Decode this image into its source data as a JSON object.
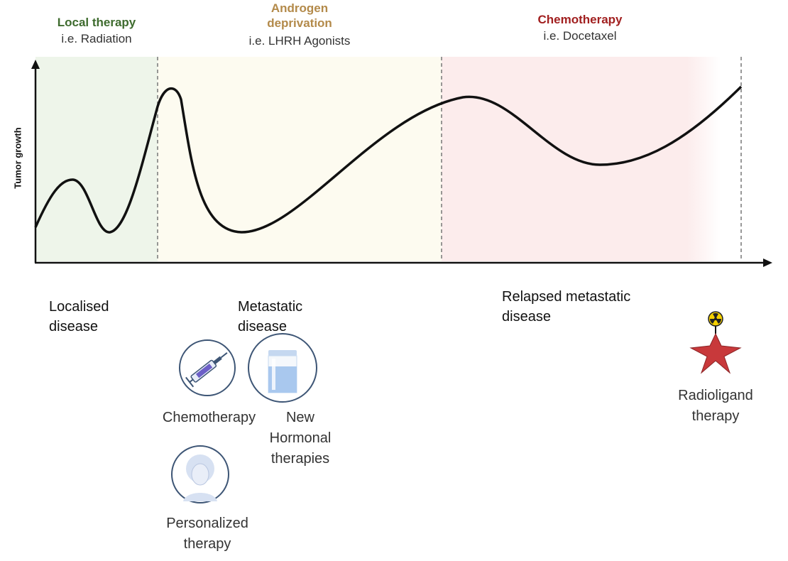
{
  "phases": [
    {
      "title": "Local therapy",
      "subtitle": "i.e. Radiation",
      "color": "#3e6b2e",
      "bg": "#eef5ea"
    },
    {
      "title_lines": [
        "Androgen",
        "deprivation"
      ],
      "subtitle": "i.e. LHRH Agonists",
      "color": "#b38a4a",
      "bg": "#fdfbf0"
    },
    {
      "title": "Chemotherapy",
      "subtitle": "i.e. Docetaxel",
      "color": "#a11f1f",
      "bg": "#fcecec"
    }
  ],
  "axis": {
    "ylabel": "Tumor growth"
  },
  "stages": {
    "localised": [
      "Localised",
      "disease"
    ],
    "metastatic": [
      "Metastatic",
      "disease"
    ],
    "relapsed": [
      "Relapsed metastatic",
      "disease"
    ]
  },
  "treatments": {
    "chemotherapy": {
      "label": "Chemotherapy",
      "icon": "syringe-icon"
    },
    "hormonal": {
      "label_lines": [
        "New",
        "Hormonal",
        "therapies"
      ],
      "icon": "vial-icon"
    },
    "personalized": {
      "label_lines": [
        "Personalized",
        "therapy"
      ],
      "icon": "person-icon"
    },
    "radioligand": {
      "label_lines": [
        "Radioligand",
        "therapy"
      ],
      "icon": "radioligand-icon"
    }
  },
  "colors": {
    "curve": "#111111",
    "star": "#c8393b",
    "radiation": "#f5d000",
    "vial": "#a9c8ee"
  }
}
